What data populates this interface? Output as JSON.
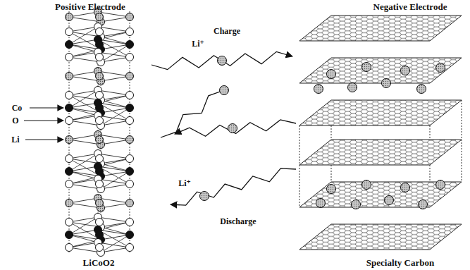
{
  "diagram": {
    "labels": [
      "Positive Electrode",
      "Negative Electrode",
      "Co",
      "O",
      "Li",
      "Charge",
      "Li⁺",
      "Li⁺",
      "Discharge",
      "LiCoO2",
      "Specialty Carbon"
    ]
  }
}
